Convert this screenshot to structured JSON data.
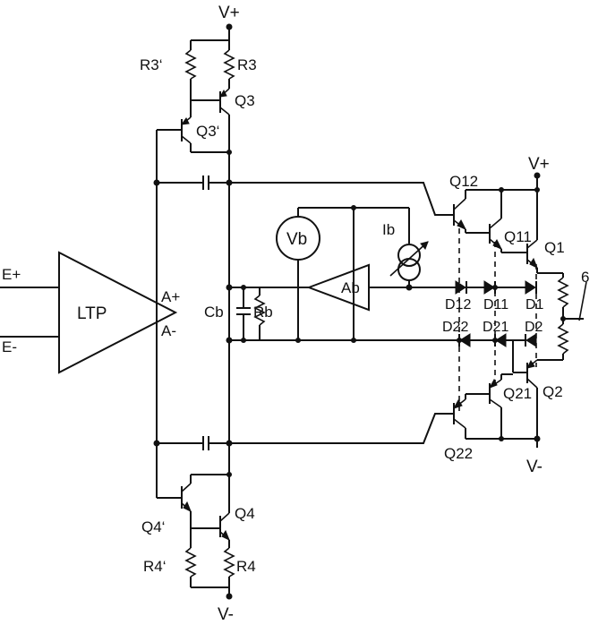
{
  "labels": {
    "vplus_top": "V+",
    "vplus_right": "V+",
    "vminus_bottom": "V-",
    "vminus_right": "V-",
    "r3": "R3",
    "r3p": "R3‘",
    "q3": "Q3",
    "q3p": "Q3‘",
    "q4": "Q4",
    "q4p": "Q4‘",
    "r4": "R4",
    "r4p": "R4‘",
    "ltp": "LTP",
    "e_plus": "E+",
    "e_minus": "E-",
    "a_plus": "A+",
    "a_minus": "A-",
    "cb": "Cb",
    "rb": "Rb",
    "vb": "Vb",
    "ib": "Ib",
    "ab": "Ab",
    "q12": "Q12",
    "q11": "Q11",
    "q1": "Q1",
    "q2": "Q2",
    "q21": "Q21",
    "q22": "Q22",
    "d12": "D12",
    "d11": "D11",
    "d1": "D1",
    "d22": "D22",
    "d21": "D21",
    "d2": "D2",
    "out": "6"
  }
}
